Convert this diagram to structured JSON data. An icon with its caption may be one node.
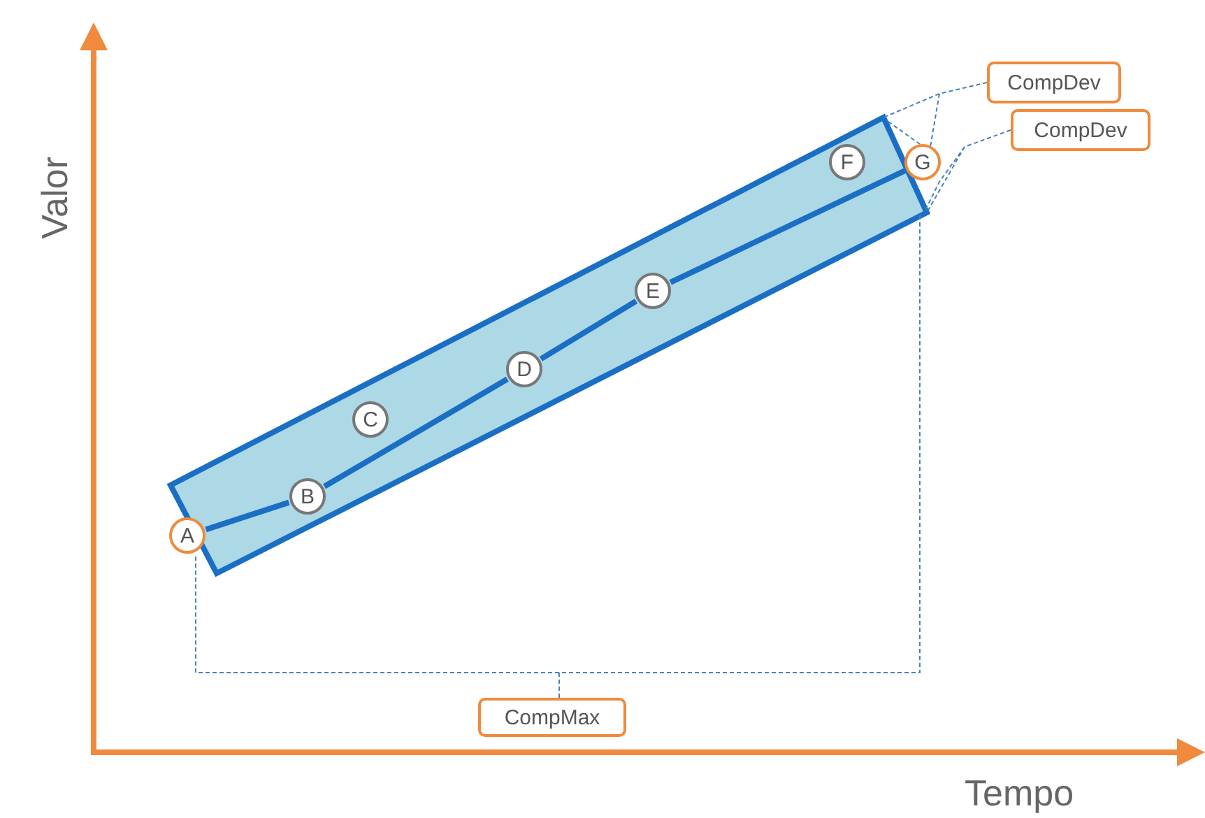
{
  "diagram": {
    "nodes": [
      {
        "text": [
          "A"
        ]
      },
      {
        "text": [
          "B"
        ]
      },
      {
        "text": [
          "C"
        ]
      },
      {
        "text": [
          "D"
        ]
      },
      {
        "text": [
          "E"
        ]
      },
      {
        "text": [
          "F"
        ]
      },
      {
        "text": [
          "G"
        ]
      },
      {
        "text": [
          "CompDev"
        ]
      },
      {
        "text": [
          "CompDev"
        ]
      },
      {
        "text": [
          "CompMax"
        ]
      }
    ],
    "edges": [
      {
        "from": 0,
        "to": 1,
        "arrow": "none"
      },
      {
        "from": 1,
        "to": 3,
        "arrow": "none"
      },
      {
        "from": 3,
        "to": 4,
        "arrow": "none"
      },
      {
        "from": 4,
        "to": 6,
        "arrow": "none"
      }
    ],
    "labels": [
      "Valor",
      "Tempo"
    ]
  }
}
